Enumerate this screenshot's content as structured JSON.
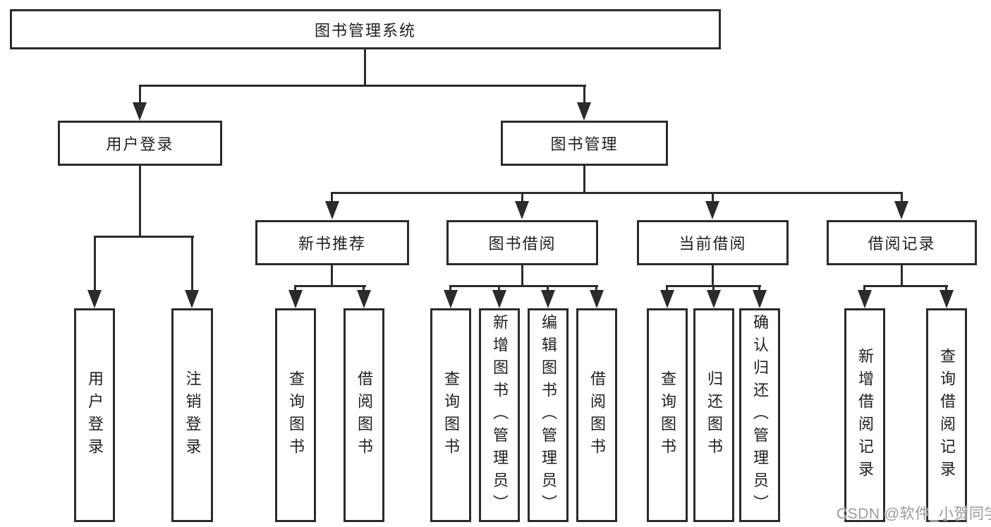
{
  "diagram": {
    "root": {
      "label": "图书管理系统"
    },
    "level2": [
      {
        "label": "用户登录"
      },
      {
        "label": "图书管理"
      }
    ],
    "level3": [
      {
        "label": "新书推荐"
      },
      {
        "label": "图书借阅"
      },
      {
        "label": "当前借阅"
      },
      {
        "label": "借阅记录"
      }
    ],
    "leaves": {
      "user_login": [
        {
          "label": "用户登录"
        },
        {
          "label": "注销登录"
        }
      ],
      "new_books": [
        {
          "label": "查询图书"
        },
        {
          "label": "借阅图书"
        }
      ],
      "book_borrow": [
        {
          "label": "查询图书"
        },
        {
          "label": "新增图书（管理员）"
        },
        {
          "label": "编辑图书（管理员）"
        },
        {
          "label": "借阅图书"
        }
      ],
      "current_borrow": [
        {
          "label": "查询图书"
        },
        {
          "label": "归还图书"
        },
        {
          "label": "确认归还（管理员）"
        }
      ],
      "borrow_records": [
        {
          "label": "新增借阅记录"
        },
        {
          "label": "查询借阅记录"
        }
      ]
    }
  },
  "watermark": {
    "text": "CSDN @软件_小贺同学"
  },
  "colors": {
    "line": "#2b2b2b",
    "box_border": "#2b2b2b",
    "text": "#1f1f1f",
    "watermark": "#9b9b9b",
    "background": "#ffffff"
  }
}
